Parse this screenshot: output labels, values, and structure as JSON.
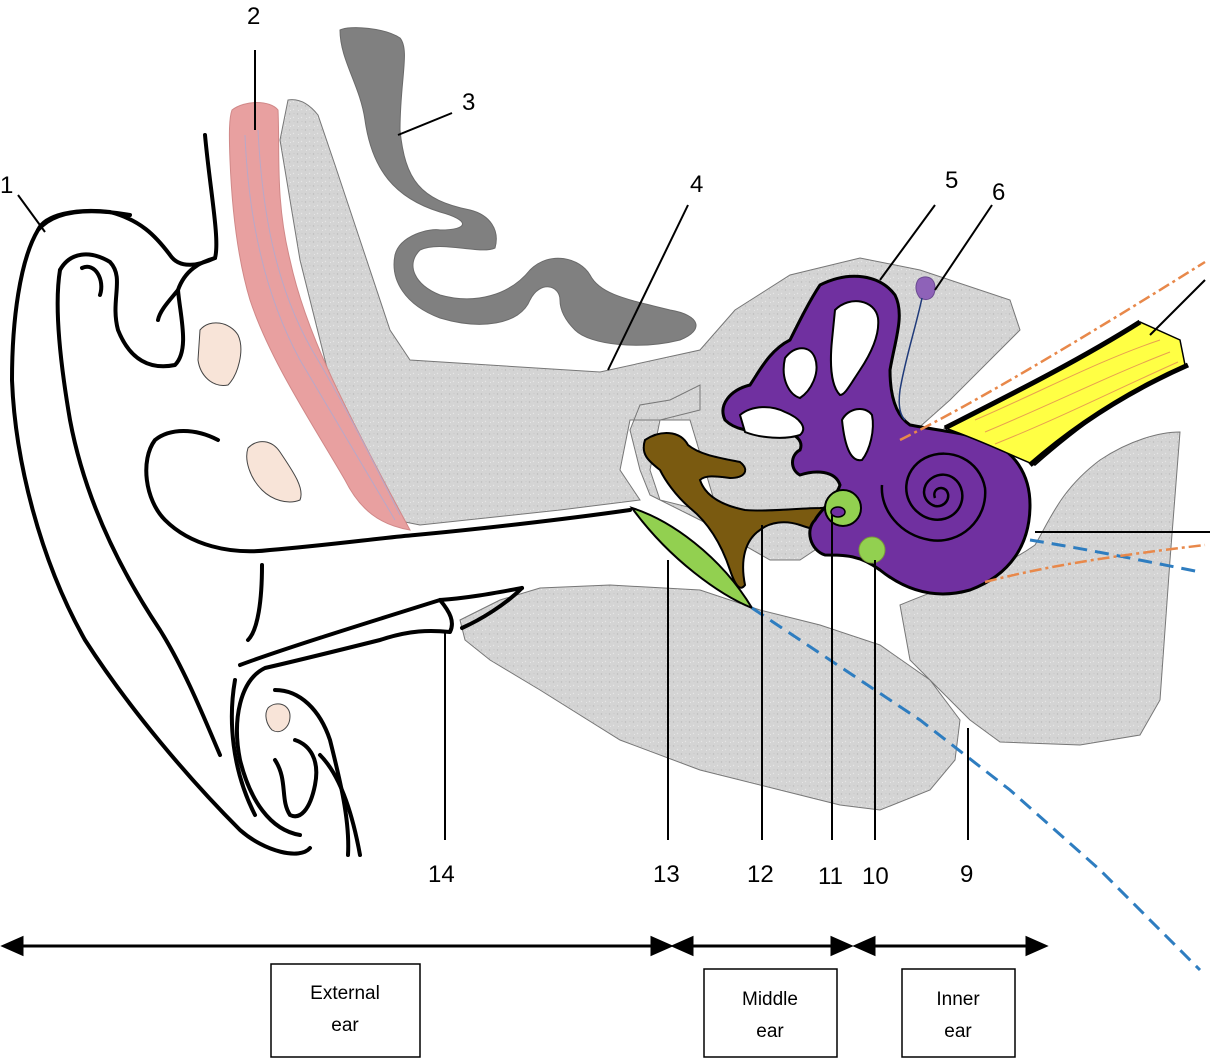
{
  "labels": {
    "n1": "1",
    "n2": "2",
    "n3": "3",
    "n4": "4",
    "n5": "5",
    "n6": "6",
    "n9": "9",
    "n10": "10",
    "n11": "11",
    "n12": "12",
    "n13": "13",
    "n14": "14"
  },
  "regions": {
    "external": [
      "External",
      "ear"
    ],
    "middle": [
      "Middle",
      "ear"
    ],
    "inner": [
      "Inner",
      "ear"
    ]
  },
  "colors": {
    "bone": "#d8d8d8",
    "muscle": "#e8a0a0",
    "brain": "#808080",
    "ossicles": "#7a5a10",
    "eardrum": "#92d050",
    "inner_ear": "#7030a0",
    "nerve": "#ffff44",
    "dashed_blue": "#2e7dc0",
    "dashed_orange": "#e8884a",
    "cartilage": "#f8e4d8"
  }
}
